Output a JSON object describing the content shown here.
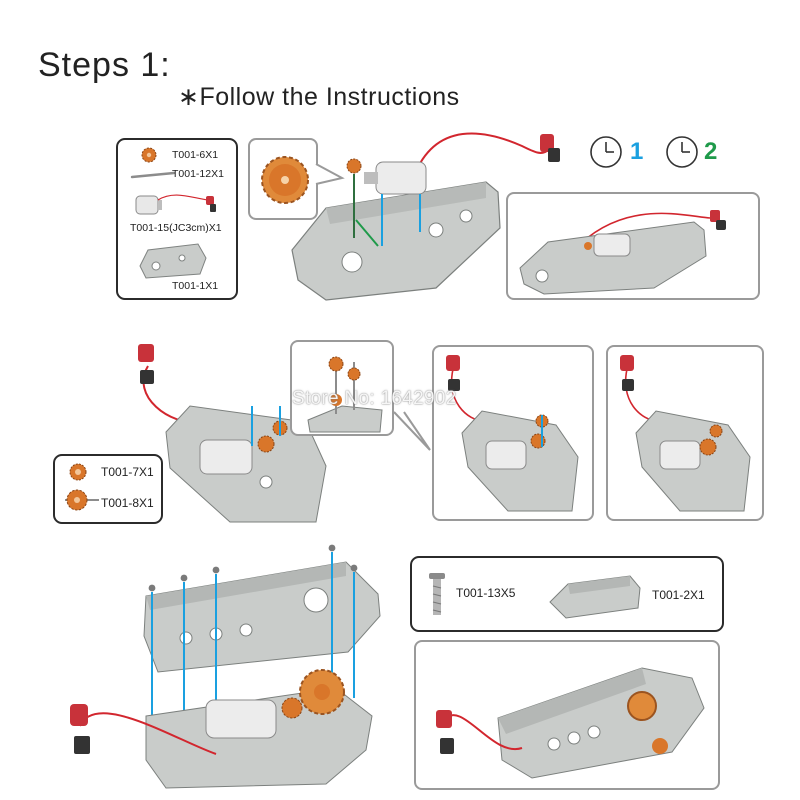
{
  "header": {
    "title": "Steps  1:",
    "subtitle": "∗Follow  the  Instructions"
  },
  "step1": {
    "parts": [
      {
        "label": "T001-6X1",
        "icon": "small-gear-icon"
      },
      {
        "label": "T001-12X1",
        "icon": "shaft-icon"
      },
      {
        "label": "T001-15(JC3cm)X1",
        "icon": "motor-icon"
      },
      {
        "label": "T001-1X1",
        "icon": "housing-icon"
      }
    ],
    "timers": [
      {
        "label": "1",
        "color": "#1aa0e0"
      },
      {
        "label": "2",
        "color": "#1f9a4a"
      }
    ]
  },
  "step2": {
    "parts": [
      {
        "label": "T001-7X1",
        "icon": "double-gear-icon"
      },
      {
        "label": "T001-8X1",
        "icon": "gear-shaft-icon"
      }
    ]
  },
  "step3": {
    "parts": [
      {
        "label": "T001-13X5",
        "icon": "screw-icon"
      },
      {
        "label": "T001-2X1",
        "icon": "cover-icon"
      }
    ]
  },
  "watermark": "Store No: 1642902",
  "colors": {
    "housing": "#c9ccca",
    "gear": "#d9762a",
    "wire": "#d2262e",
    "guide": "#1aa0e0",
    "guide_green": "#1f9a4a"
  }
}
